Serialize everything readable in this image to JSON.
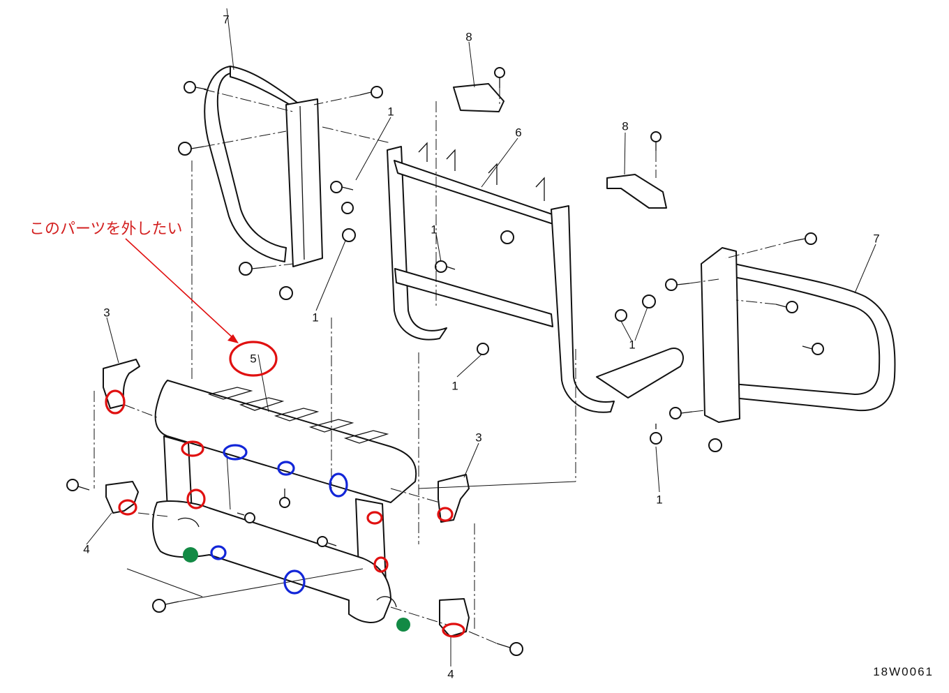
{
  "annotation": {
    "text": "このパーツを外したい",
    "color": "#d32020"
  },
  "drawing_code": "18W0061",
  "part_labels": {
    "p1": "1",
    "p3": "3",
    "p4": "4",
    "p5": "5",
    "p6": "6",
    "p7": "7",
    "p8": "8"
  },
  "marker_colors": {
    "red": "#e01010",
    "blue": "#1226d8",
    "green": "#138a45"
  }
}
